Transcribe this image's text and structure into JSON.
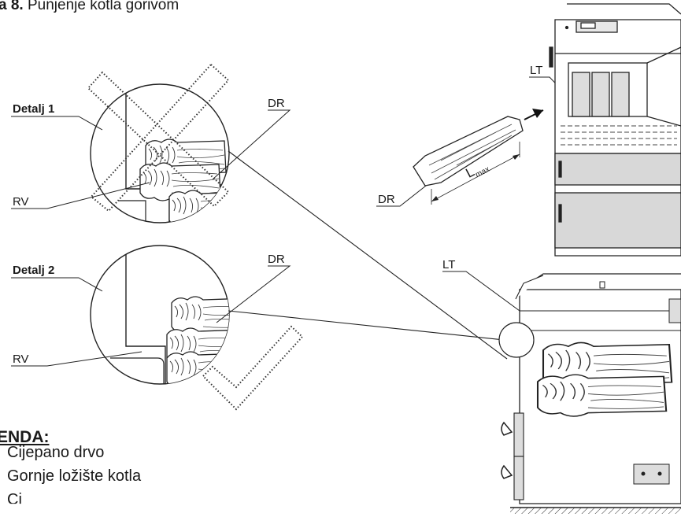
{
  "caption": {
    "number": "a 8.",
    "text": "Punjenje kotla gorivom"
  },
  "details": [
    {
      "title": "Detalj 1",
      "result": "incorrect"
    },
    {
      "title": "Detalj 2",
      "result": "correct"
    }
  ],
  "labels": {
    "dr": "DR",
    "rv": "RV",
    "lt": "LT",
    "lmax_main": "L",
    "lmax_sub": "max"
  },
  "legend": {
    "title": "ENDA:",
    "items": [
      "Cijepano drvo",
      "Gornje ložište kotla",
      "Ci"
    ]
  }
}
